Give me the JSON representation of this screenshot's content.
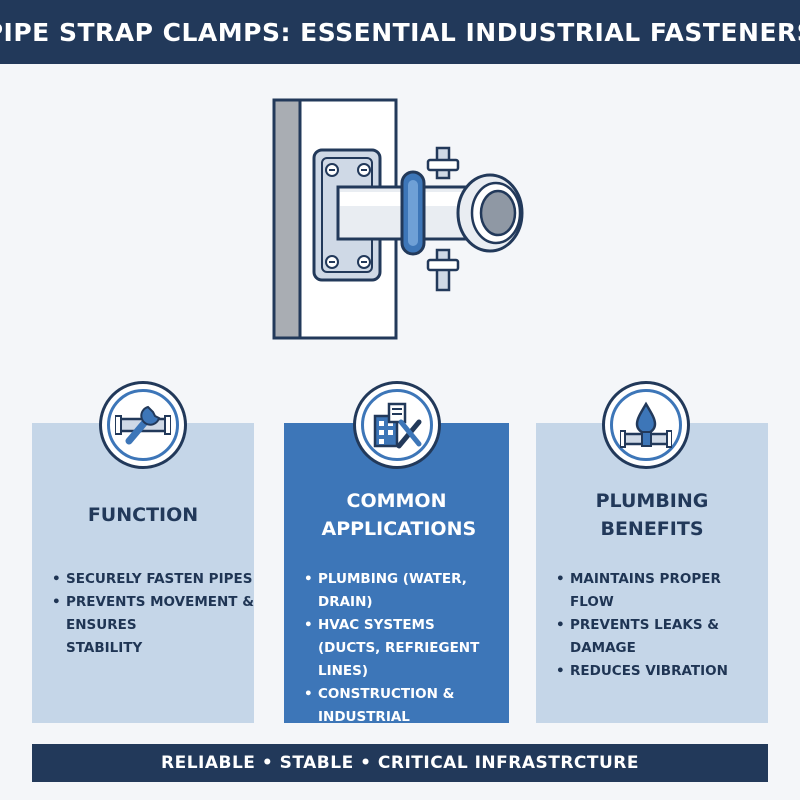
{
  "header": {
    "title": "PIPE STRAP CLAMPS: ESSENTIAL INDUSTRIAL FASTENERS"
  },
  "illustration": {
    "icon": "pipe-clamp-on-wall-icon"
  },
  "cards": [
    {
      "icon": "pipe-wrench-icon",
      "heading": "FUNCTION",
      "items": [
        "SECURELY FASTEN PIPES",
        "PREVENTS MOVEMENT & ENSURES",
        "STABILITY"
      ]
    },
    {
      "icon": "building-tools-icon",
      "heading": "COMMON APPLICATIONS",
      "items": [
        "PLUMBING (WATER, DRAIN)",
        "HVAC SYSTEMS",
        "(DUCTS, REFRIEGENT LINES)",
        "CONSTRUCTION & INDUSTRIAL"
      ]
    },
    {
      "icon": "water-drop-pipe-icon",
      "heading": "PLUMBING BENEFITS",
      "items": [
        "MAINTAINS PROPER FLOW",
        "PREVENTS LEAKS & DAMAGE",
        "REDUCES VIBRATION"
      ]
    }
  ],
  "footer": {
    "text": "RELIABLE • STABLE • CRITICAL INFRASTRCTURE"
  },
  "colors": {
    "navy": "#22395a",
    "blue": "#3d76b8",
    "light_blue": "#c5d6e8"
  }
}
